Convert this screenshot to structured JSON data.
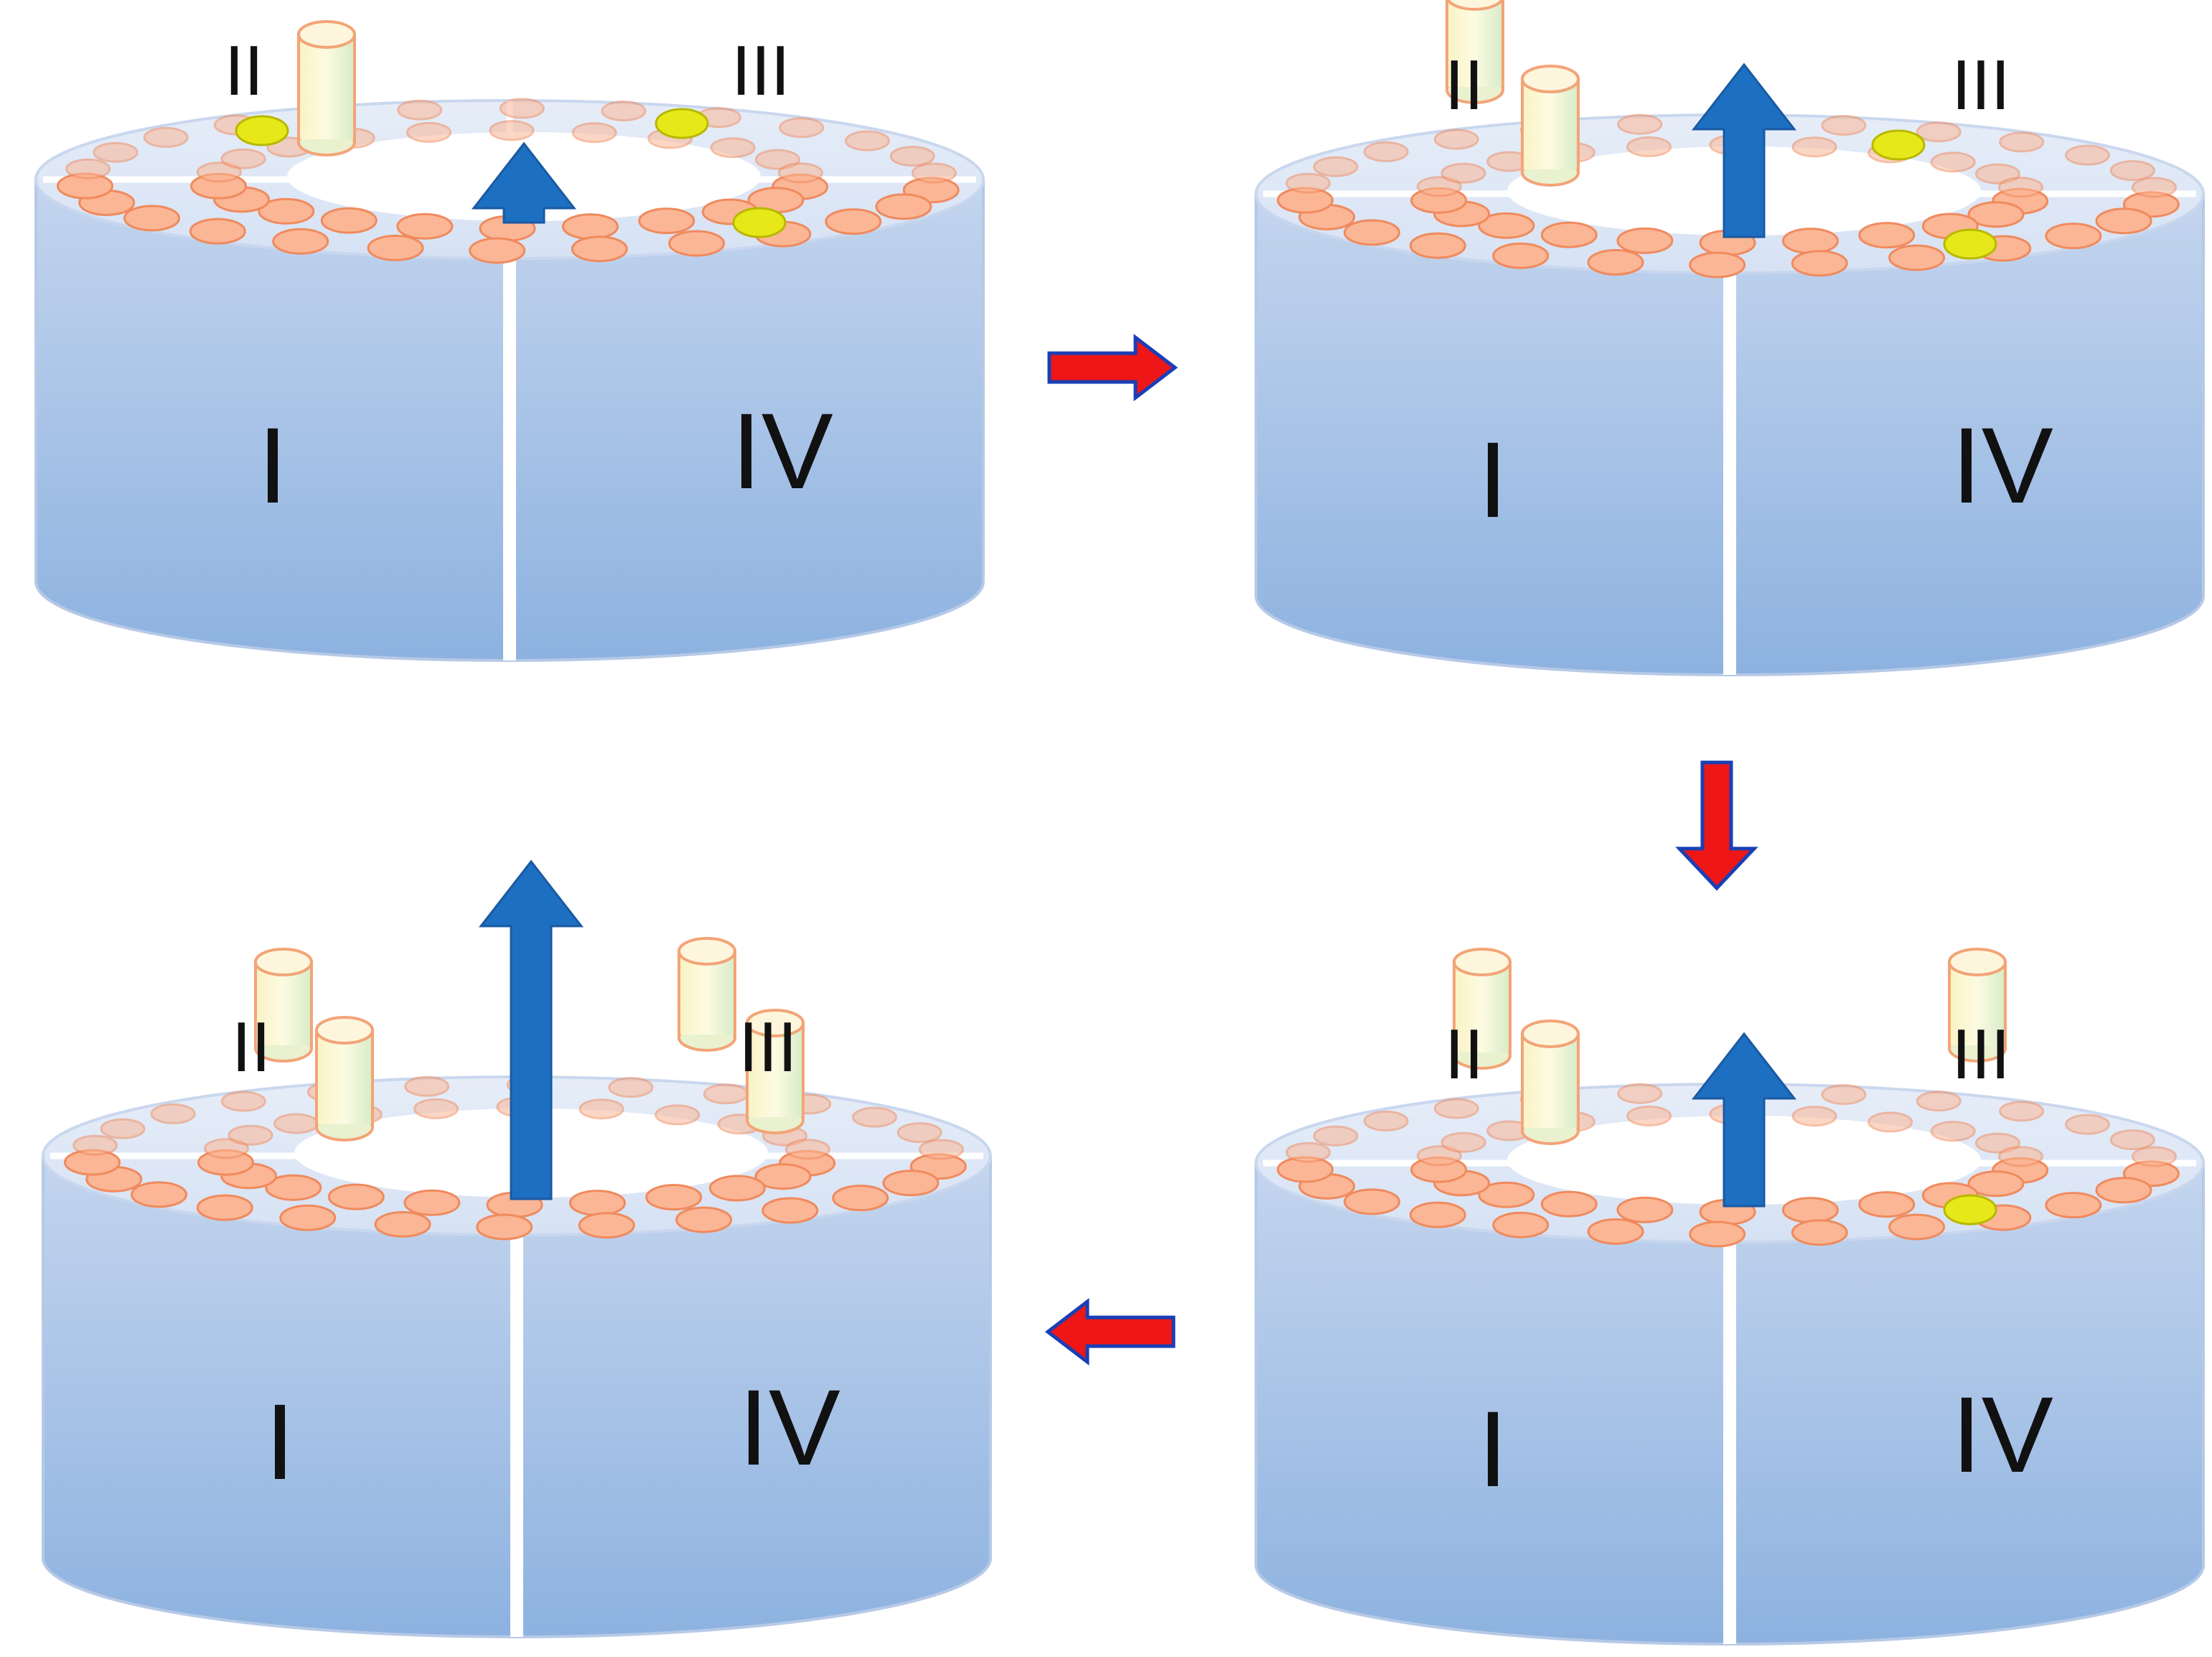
{
  "colors": {
    "cylinder_top": "#c4d5ee",
    "cylinder_bottom": "#8db2e0",
    "top_face": "#dde6f5",
    "hole": "#ffffff",
    "divider": "#ffffff",
    "bead_fill": "#fbb695",
    "bead_stroke": "#f08a5d",
    "dot_yellow": "#e7e81a",
    "tube_fill": "#f4f5c6",
    "tube_stroke": "#f3a477",
    "blue_arrow": "#1d6fc1",
    "red_arrow": "#ee1616",
    "red_outline": "#1a3fb5"
  },
  "panels": [
    {
      "id": "step1",
      "label_I": "I",
      "label_II": "II",
      "label_III": "III",
      "label_IV": "IV",
      "blue_arrow_level": "small"
    },
    {
      "id": "step2",
      "label_I": "I",
      "label_II": "II",
      "label_III": "III",
      "label_IV": "IV",
      "blue_arrow_level": "medium"
    },
    {
      "id": "step3",
      "label_I": "I",
      "label_II": "II",
      "label_III": "III",
      "label_IV": "IV",
      "blue_arrow_level": "medium"
    },
    {
      "id": "step4",
      "label_I": "I",
      "label_II": "II",
      "label_III": "III",
      "label_IV": "IV",
      "blue_arrow_level": "large"
    }
  ],
  "flow_arrows": [
    "right",
    "down",
    "left"
  ]
}
